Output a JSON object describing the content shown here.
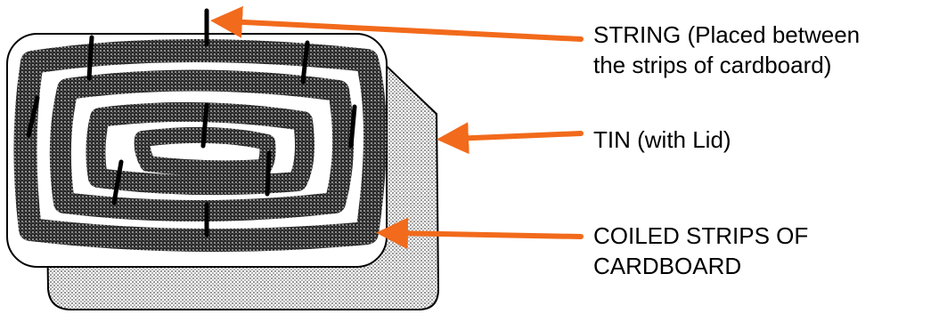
{
  "labels": {
    "string": "STRING (Placed between\nthe strips of cardboard)",
    "tin": "TIN  (with Lid)",
    "coiled_strips": "COILED STRIPS OF\nCARDBOARD"
  },
  "colors": {
    "arrow": "#f26a1b",
    "tin_outline": "#000000",
    "cardboard": "#4a4a4a",
    "tin_shadow": "#c8c8c8"
  }
}
